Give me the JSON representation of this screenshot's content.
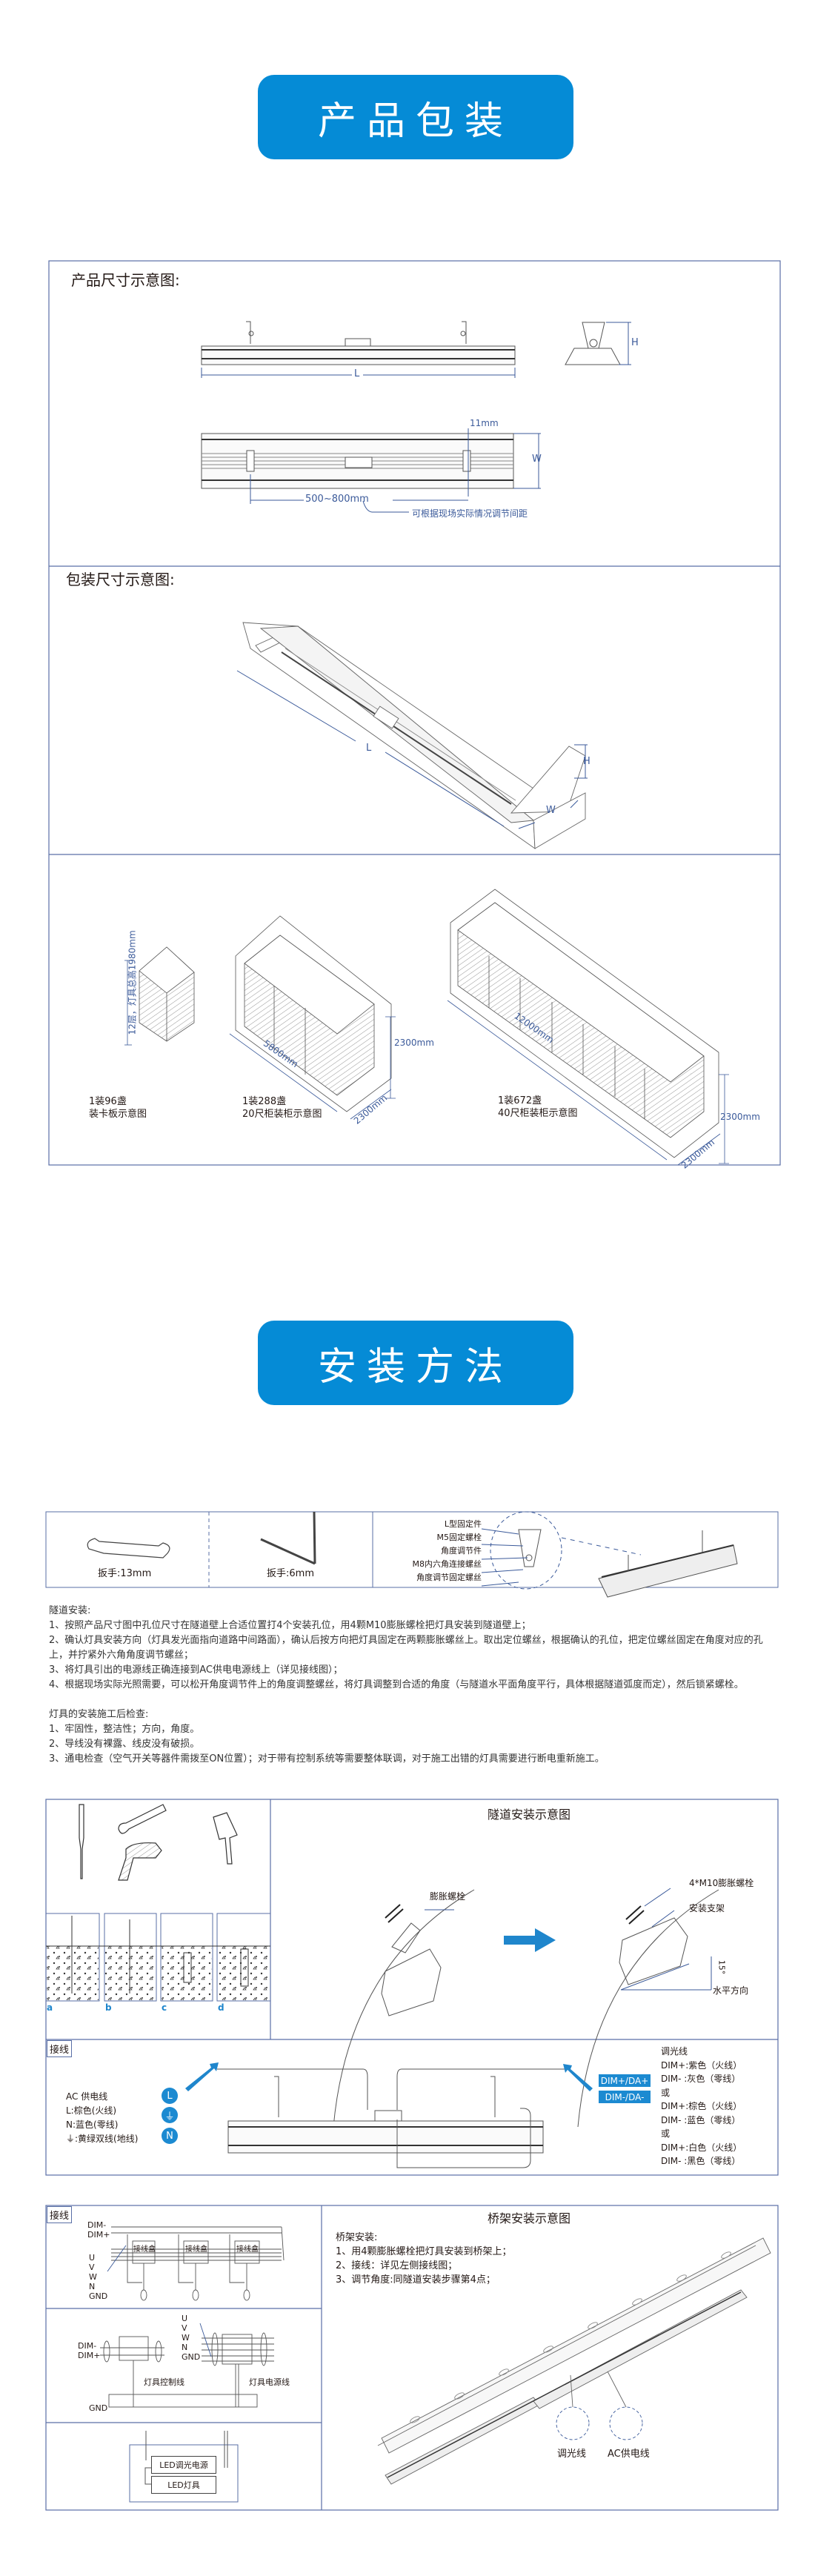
{
  "sections": {
    "packaging_title": "产品包装",
    "install_title": "安装方法"
  },
  "product_dims": {
    "title": "产品尺寸示意图:",
    "length_label": "L",
    "height_label": "H",
    "width_label": "W",
    "gap": "11mm",
    "spacing": "500~800mm",
    "spacing_note": "可根据现场实际情况调节间距"
  },
  "package_dims": {
    "title": "包装尺寸示意图:",
    "length_label": "L",
    "height_label": "H",
    "width_label": "W"
  },
  "loading": {
    "pallet": {
      "height_note": "12层，灯具总高1980mm",
      "qty": "1装96盏",
      "caption": "装卡板示意图"
    },
    "c20": {
      "length": "5800mm",
      "width": "2300mm",
      "height": "2300mm",
      "qty": "1装288盏",
      "caption": "20尺柜装柜示意图"
    },
    "c40": {
      "length": "12000mm",
      "width": "2300mm",
      "height": "2300mm",
      "qty": "1装672盏",
      "caption": "40尺柜装柜示意图"
    }
  },
  "tools": {
    "wrench13": "扳手:13mm",
    "hex6": "扳手:6mm",
    "parts": [
      "L型固定件",
      "M5固定螺栓",
      "角度调节件",
      "M8内六角连接螺丝",
      "角度调节固定螺丝"
    ]
  },
  "tunnel_install": {
    "heading": "隧道安装:",
    "steps": [
      "1、按照产品尺寸图中孔位尺寸在隧道壁上合适位置打4个安装孔位，用4颗M10膨胀螺栓把灯具安装到隧道壁上；",
      "2、确认灯具安装方向（灯具发光面指向道路中间路面），确认后按方向把灯具固定在两颗膨胀螺丝上。取出定位螺丝，根据确认的孔位，把定位螺丝固定在角度对应的孔上，并拧紧外六角角度调节螺丝；",
      "3、将灯具引出的电源线正确连接到AC供电电源线上（详见接线图）；",
      "4、根据现场实际光照需要，可以松开角度调节件上的角度调整螺丝，将灯具调整到合适的角度（与隧道水平面角度平行，具体根据隧道弧度而定），然后锁紧螺栓。"
    ]
  },
  "check": {
    "heading": "灯具的安装施工后检查:",
    "steps": [
      "1、牢固性，整洁性；方向，角度。",
      "2、导线没有裸露、线皮没有破损。",
      "3、通电检查（空气开关等器件需拨至ON位置）；对于带有控制系统等需要整体联调，对于施工出错的灯具需要进行断电重新施工。"
    ]
  },
  "tunnel_diagram": {
    "title": "隧道安装示意图",
    "step_labels": [
      "a",
      "b",
      "c",
      "d"
    ],
    "bolt": "膨胀螺栓",
    "bolt4": "4*M10膨胀螺栓",
    "bracket": "安装支架",
    "angle": "15°",
    "horizontal": "水平方向"
  },
  "wiring": {
    "tag": "接线",
    "ac_lines": [
      "AC 供电线",
      "L:棕色(火线)",
      "N:蓝色(零线)",
      "⏚:黄绿双线(地线)"
    ],
    "badges": [
      "L",
      "⏚",
      "N"
    ],
    "dim_pos": "DIM+/DA+",
    "dim_neg": "DIM-/DA-",
    "dim_lines": [
      "调光线",
      "DIM+:紫色（火线）",
      "DIM- :灰色（零线）",
      "或",
      "DIM+:棕色（火线）",
      "DIM- :蓝色（零线）",
      "或",
      "DIM+:白色（火线）",
      "DIM- :黑色（零线）"
    ]
  },
  "schematic": {
    "tag": "接线",
    "dim_minus": "DIM-",
    "dim_plus": "DIM+",
    "junction_box": "接线盒",
    "phases": [
      "U",
      "V",
      "W",
      "N",
      "GND"
    ],
    "control_line": "灯具控制线",
    "power_line": "灯具电源线",
    "gnd": "GND",
    "driver": "LED调光电源",
    "fixture": "LED灯具"
  },
  "bridge": {
    "title": "桥架安装示意图",
    "heading": "桥架安装:",
    "steps": [
      "1、用4颗膨胀螺栓把灯具安装到桥架上；",
      "2、接线：详见左侧接线图；",
      "3、调节角度:同隧道安装步骤第4点；"
    ],
    "dim_callout": "调光线",
    "ac_callout": "AC供电线"
  },
  "colors": {
    "accent": "#058bd6",
    "frame": "#5a6fa6",
    "dim_blue": "#3b5a9a"
  }
}
